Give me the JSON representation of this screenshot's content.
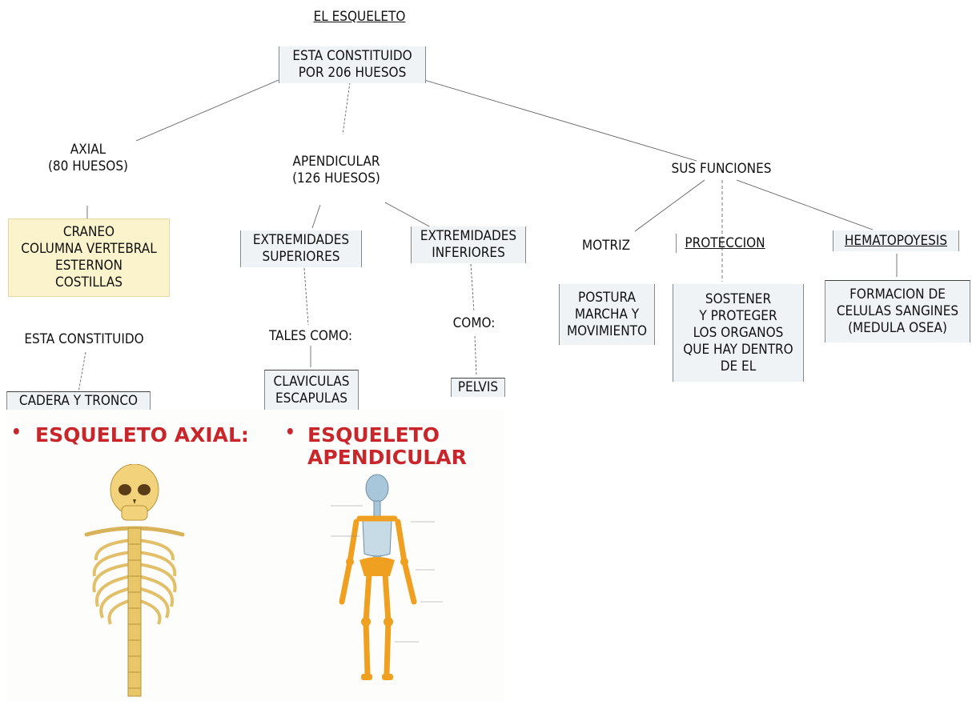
{
  "root": {
    "title": "EL ESQUELETO",
    "subtitle": "ESTA CONSTITUIDO\nPOR 206 HUESOS"
  },
  "axial": {
    "label": "AXIAL\n(80 HUESOS)",
    "parts": "CRANEO\nCOLUMNA VERTEBRAL\nESTERNON\nCOSTILLAS",
    "link": "ESTA CONSTITUIDO",
    "result": "CADERA Y TRONCO"
  },
  "apendicular": {
    "label": "APENDICULAR\n(126 HUESOS)",
    "superiores": "EXTREMIDADES\nSUPERIORES",
    "inferiores": "EXTREMIDADES\nINFERIORES",
    "tales_como": "TALES COMO:",
    "superiores_examples": "CLAVICULAS\nESCAPULAS",
    "como": "COMO:",
    "inferiores_example": "PELVIS"
  },
  "funciones": {
    "label": "SUS FUNCIONES",
    "motriz": "MOTRIZ",
    "proteccion": "PROTECCION",
    "hematopoyesis": "HEMATOPOYESIS",
    "motriz_detail": "POSTURA\nMARCHA Y\nMOVIMIENTO",
    "proteccion_detail": "SOSTENER\nY PROTEGER\nLOS ORGANOS\nQUE HAY DENTRO\nDE EL",
    "hematopoyesis_detail": "FORMACION DE\nCELULAS SANGINES\n(MEDULA OSEA)"
  },
  "image": {
    "axial_title": "ESQUELETO AXIAL:",
    "apendicular_title": "ESQUELETO\nAPENDICULAR",
    "bullet": "•"
  },
  "colors": {
    "box_fill": "#f0f3f6",
    "beige_fill": "#fbf3cc",
    "title_red": "#c8262b",
    "bone_yellow": "#f2d27a",
    "bone_orange": "#f0a020",
    "skull_blue": "#a9c7da"
  }
}
